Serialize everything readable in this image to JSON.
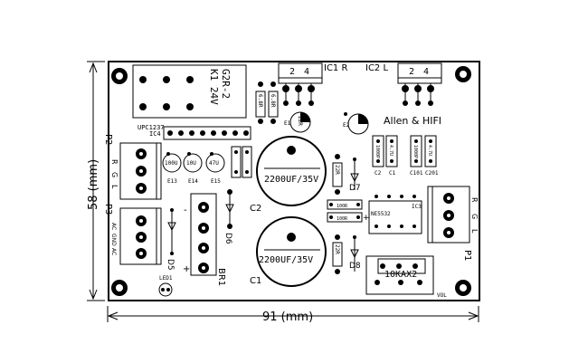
{
  "dimensions": {
    "height": "58 (mm)",
    "width": "91 (mm)"
  },
  "labels": {
    "relay_a": "G2R-2",
    "relay_b": "K1 24V",
    "ic1": "IC1 R",
    "ic2": "IC2 L",
    "pin2": "2",
    "pin4": "4",
    "upc": "UPC1237",
    "ic4": "IC4",
    "p2": "P2",
    "rgl_r": "R",
    "rgl_g": "G",
    "rgl_l": "L",
    "p3": "P3",
    "p3_pins": [
      "AC",
      "GND",
      "AC"
    ],
    "d5": "D5",
    "d6": "D6",
    "led1": "LED1",
    "br1": "BR1",
    "plus": "+",
    "minus": "-",
    "caps_small": [
      "100U",
      "10U",
      "47U"
    ],
    "caps_small_names": [
      "E13",
      "E14",
      "E15"
    ],
    "c2_val": "2200UF/35V",
    "c1_val": "2200UF/35V",
    "c2": "C2",
    "c1": "C1",
    "d7": "D7",
    "d8": "D8",
    "r_top": "22R",
    "r_bot": "22R",
    "r_22": "22R",
    "e1": "E1",
    "e2": "E2",
    "r68_a": "6.8R",
    "r68_b": "6.8R",
    "brand": "Allen & HIFI",
    "c_row": [
      "C2",
      "C1",
      "C101",
      "C201"
    ],
    "c_vals": [
      "1000P",
      "4.7U",
      "1000P",
      "4.7U"
    ],
    "ne": "NE5532",
    "ic3": "IC3",
    "r100": "100R",
    "pot": "10KAX2",
    "vol": "VOL",
    "p1": "P1",
    "p1_pins": [
      "L",
      "G",
      "R"
    ]
  }
}
